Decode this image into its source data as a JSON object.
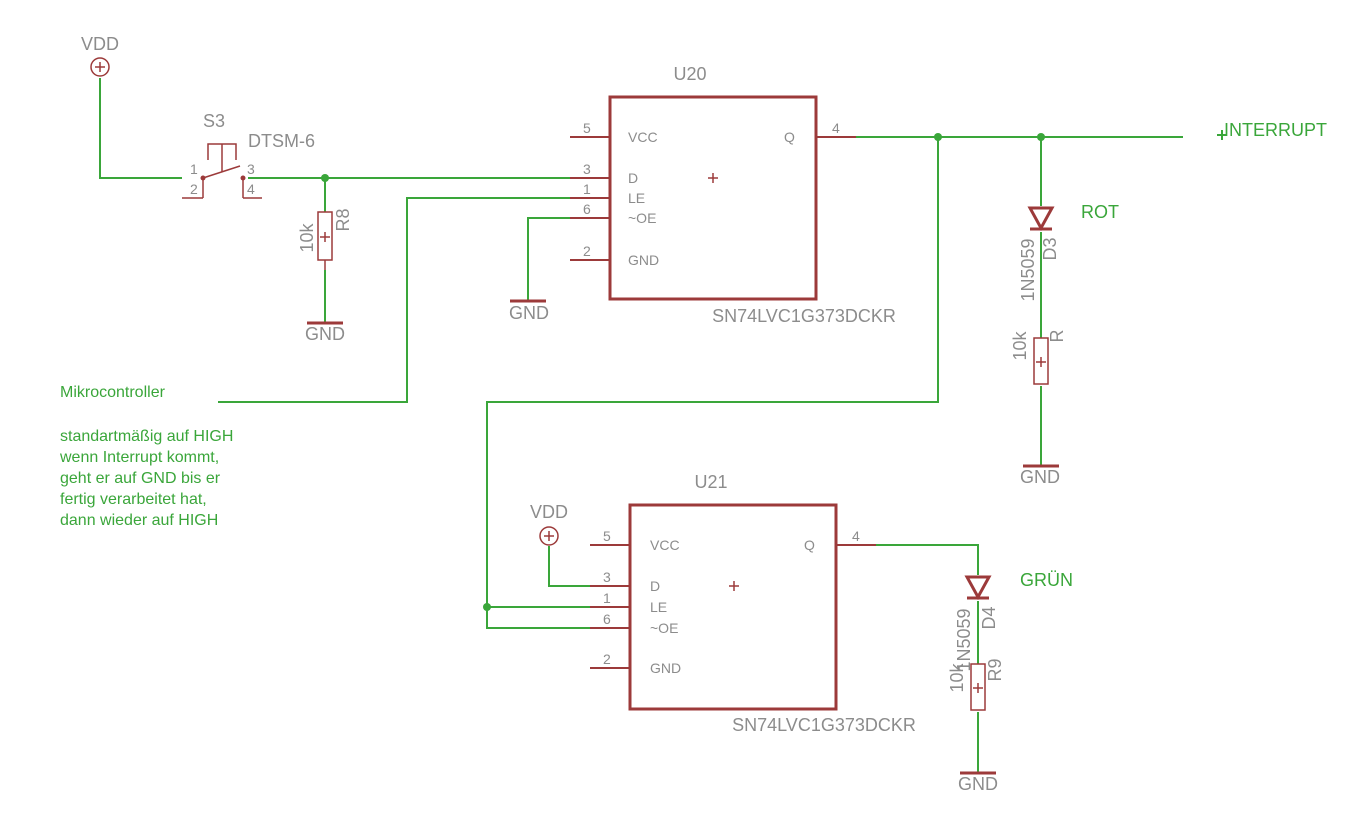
{
  "colors": {
    "wire": "#3aa63a",
    "component": "#9c3a3a",
    "label": "#8c8c8c",
    "net_label": "#3aa63a"
  },
  "supplies": [
    {
      "label": "VDD",
      "icon": "vdd-supply-icon"
    },
    {
      "label": "VDD",
      "icon": "vdd-supply-icon"
    }
  ],
  "grounds": [
    "GND",
    "GND",
    "GND",
    "GND"
  ],
  "switch": {
    "ref": "S3",
    "value": "DTSM-6",
    "pins": [
      "1",
      "2",
      "3",
      "4"
    ]
  },
  "resistors": [
    {
      "ref": "R8",
      "value": "10k"
    },
    {
      "ref": "R",
      "value": "10k"
    },
    {
      "ref": "R9",
      "value": "10k"
    }
  ],
  "diodes": [
    {
      "ref": "D3",
      "value": "1N5059",
      "net_label": "ROT"
    },
    {
      "ref": "D4",
      "value": "1N5059",
      "net_label": "GRÜN"
    }
  ],
  "chips": [
    {
      "ref": "U20",
      "part": "SN74LVC1G373DCKR",
      "pins": [
        {
          "num": "5",
          "name": "VCC"
        },
        {
          "num": "3",
          "name": "D"
        },
        {
          "num": "1",
          "name": "LE"
        },
        {
          "num": "6",
          "name": "~OE"
        },
        {
          "num": "2",
          "name": "GND"
        },
        {
          "num": "4",
          "name": "Q"
        }
      ]
    },
    {
      "ref": "U21",
      "part": "SN74LVC1G373DCKR",
      "pins": [
        {
          "num": "5",
          "name": "VCC"
        },
        {
          "num": "3",
          "name": "D"
        },
        {
          "num": "1",
          "name": "LE"
        },
        {
          "num": "6",
          "name": "~OE"
        },
        {
          "num": "2",
          "name": "GND"
        },
        {
          "num": "4",
          "name": "Q"
        }
      ]
    }
  ],
  "net_labels": {
    "interrupt": "INTERRUPT",
    "mcu": "Mikrocontroller"
  },
  "note": [
    "standartmäßig auf HIGH",
    "wenn Interrupt kommt,",
    "geht er auf GND bis er",
    "fertig verarbeitet hat,",
    "dann wieder auf HIGH"
  ]
}
